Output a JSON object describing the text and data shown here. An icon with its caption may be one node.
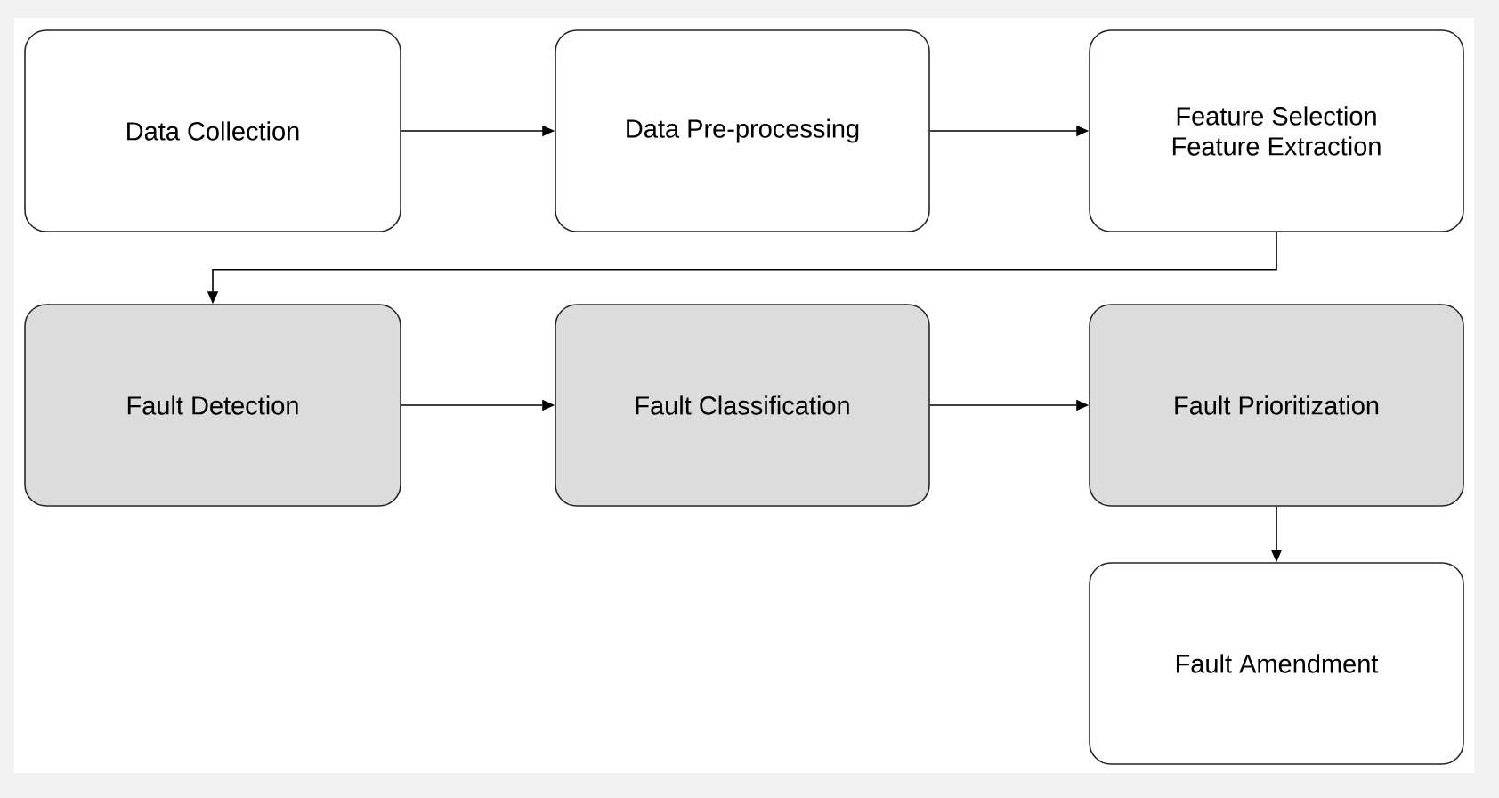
{
  "diagram": {
    "nodes": [
      {
        "text": [
          "Data Collection"
        ]
      },
      {
        "text": [
          "Data Pre-processing"
        ]
      },
      {
        "text": [
          "Feature Selection",
          "Feature Extraction"
        ]
      },
      {
        "text": [
          "Fault Detection"
        ]
      },
      {
        "text": [
          "Fault Classification"
        ]
      },
      {
        "text": [
          "Fault Prioritization"
        ]
      },
      {
        "text": [
          "Fault Amendment"
        ]
      }
    ],
    "edges": [
      {
        "from": 0,
        "to": 1,
        "arrow": "to"
      },
      {
        "from": 1,
        "to": 2,
        "arrow": "to"
      },
      {
        "from": 2,
        "to": 3,
        "arrow": "to"
      },
      {
        "from": 3,
        "to": 4,
        "arrow": "to"
      },
      {
        "from": 4,
        "to": 5,
        "arrow": "to"
      },
      {
        "from": 5,
        "to": 6,
        "arrow": "to"
      }
    ]
  }
}
